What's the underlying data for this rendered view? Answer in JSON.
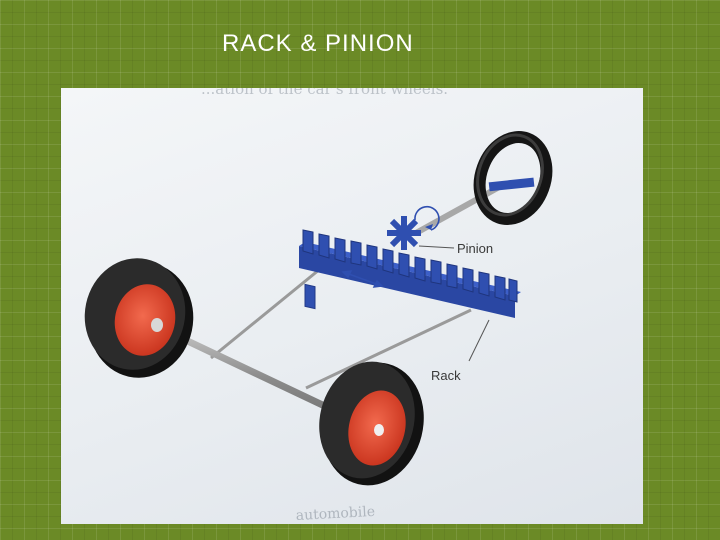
{
  "slide": {
    "title": "RACK & PINION"
  },
  "diagram": {
    "labels": {
      "pinion": "Pinion",
      "rack": "Rack"
    },
    "bleed_through": {
      "top": "...ation of the car's front wheels.",
      "bottom": "automobile"
    },
    "colors": {
      "background": "#6b8a26",
      "rack": "#2f4fb0",
      "hub": "#e8462c",
      "tire": "#1a1a1a",
      "axle": "#9a9a9a"
    }
  }
}
